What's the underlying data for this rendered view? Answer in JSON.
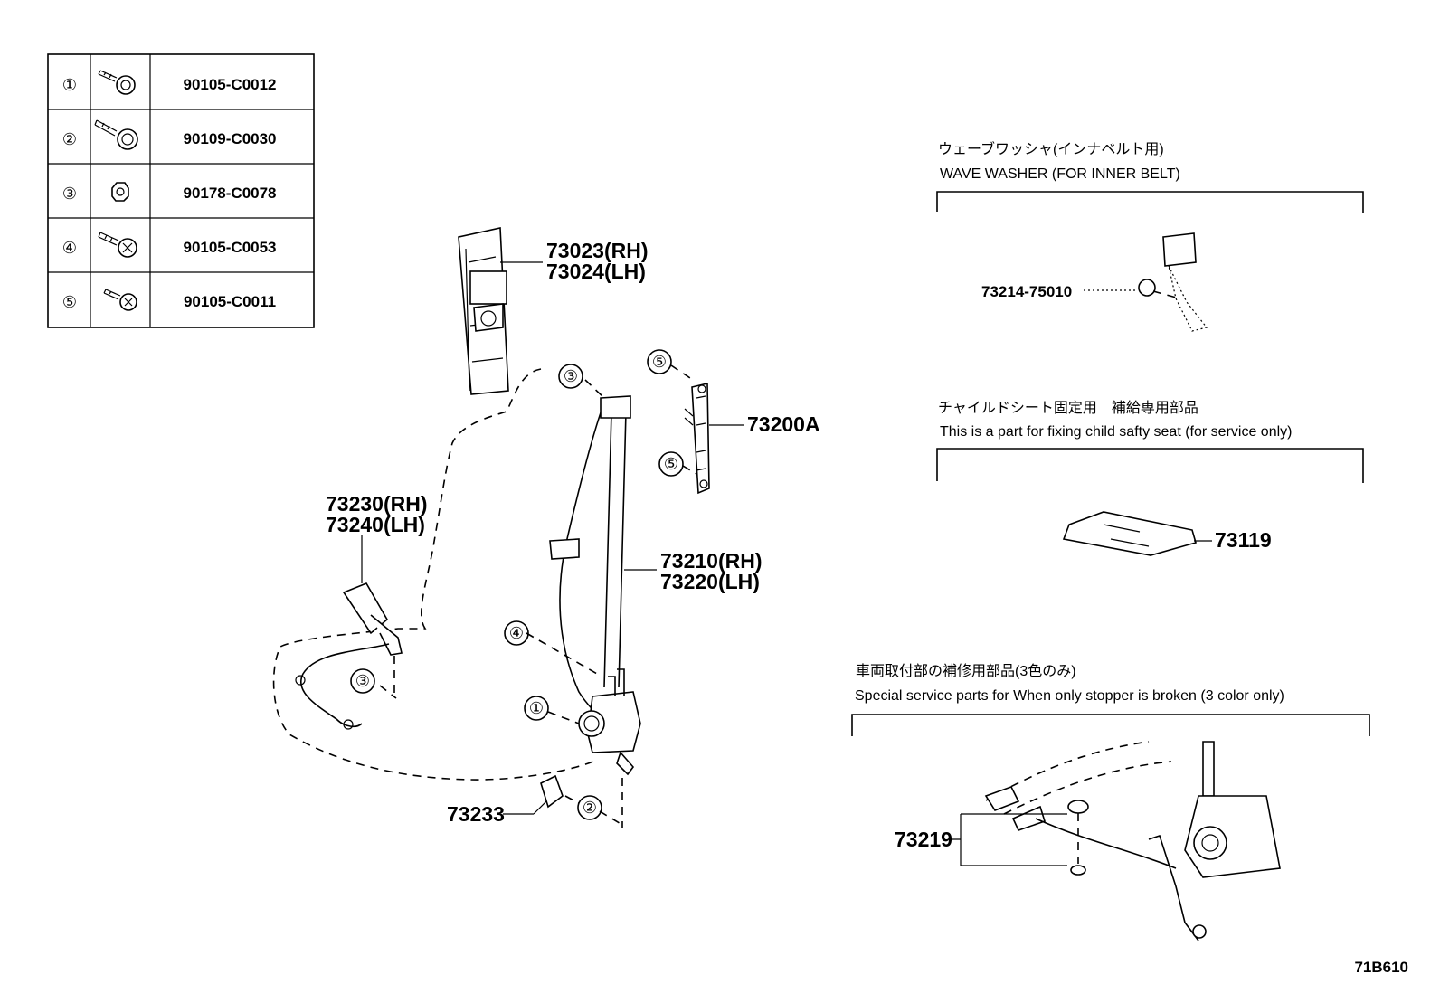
{
  "fastener_table": {
    "rows": [
      {
        "index": "①",
        "icon": "bolt-icon",
        "part_number": "90105-C0012"
      },
      {
        "index": "②",
        "icon": "bolt-icon",
        "part_number": "90109-C0030"
      },
      {
        "index": "③",
        "icon": "nut-icon",
        "part_number": "90178-C0078"
      },
      {
        "index": "④",
        "icon": "bolt-icon",
        "part_number": "90105-C0053"
      },
      {
        "index": "⑤",
        "icon": "bolt-icon",
        "part_number": "90105-C0011"
      }
    ]
  },
  "callouts": {
    "anchor_cover_rh": "73023(RH)",
    "anchor_cover_lh": "73024(LH)",
    "adjuster": "73200A",
    "buckle_rh": "73230(RH)",
    "buckle_lh": "73240(LH)",
    "belt_rh": "73210(RH)",
    "belt_lh": "73220(LH)",
    "cover": "73233",
    "wave_washer_part": "73214-75010",
    "child_seat_part": "73119",
    "stopper_part": "73219",
    "ref_one": "①",
    "ref_two": "②",
    "ref_three": "③",
    "ref_four": "④",
    "ref_five": "⑤"
  },
  "notes": {
    "wave_washer_jp": "ウェーブワッシャ(インナベルト用)",
    "wave_washer_en": "WAVE WASHER (FOR INNER BELT)",
    "child_seat_jp": "チャイルドシート固定用　補給専用部品",
    "child_seat_en": "This is a part for fixing child safty seat (for service only)",
    "stopper_jp": "車両取付部の補修用部品(3色のみ)",
    "stopper_en": "Special service parts for When only stopper is broken (3 color only)"
  },
  "figure_code": "71B610"
}
